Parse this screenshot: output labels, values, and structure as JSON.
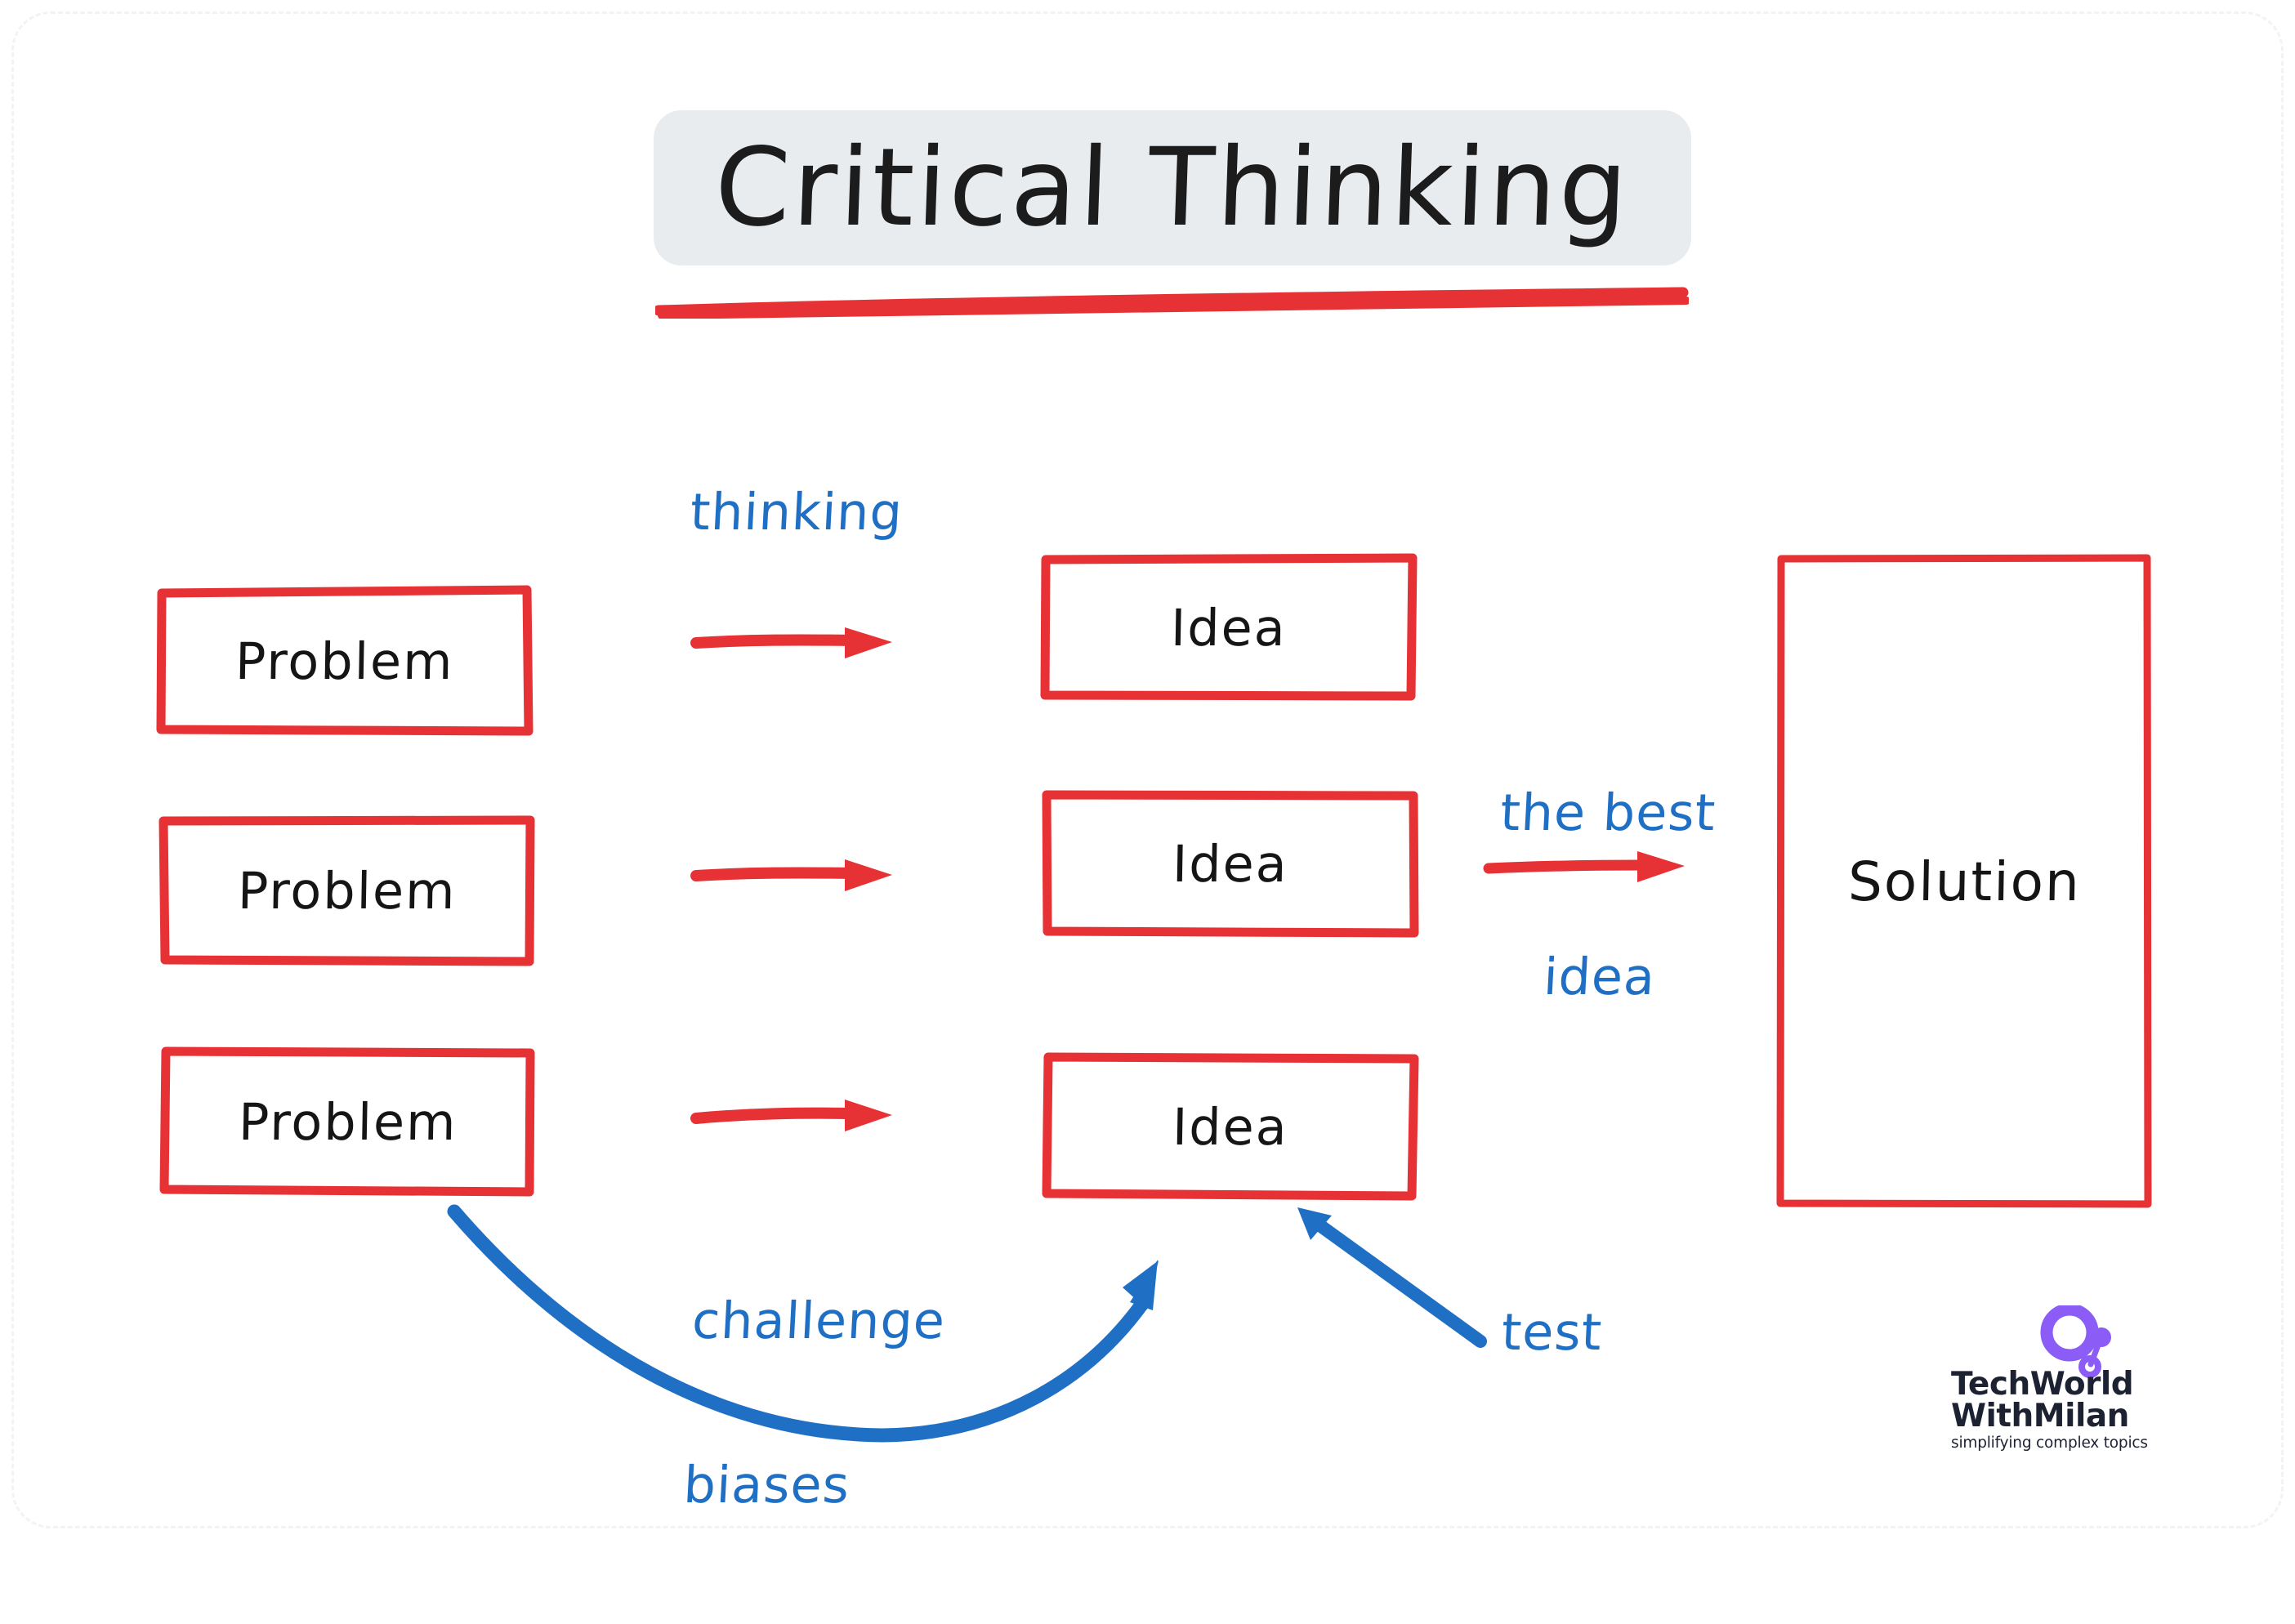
{
  "title": {
    "text": "Critical Thinking",
    "pill_color": "#e8ecef",
    "underline_color": "#e63135"
  },
  "colors": {
    "red": "#e63135",
    "blue": "#1f6fc4",
    "box_fill": "#ffffff",
    "ink": "#151515",
    "logo_purple": "#8b5cf6",
    "logo_dark": "#1d2233",
    "background": "#ffffff"
  },
  "flow": {
    "problems": [
      {
        "label": "Problem"
      },
      {
        "label": "Problem"
      },
      {
        "label": "Problem"
      }
    ],
    "ideas": [
      {
        "label": "Idea"
      },
      {
        "label": "Idea"
      },
      {
        "label": "Idea"
      }
    ],
    "solution": {
      "label": "Solution"
    }
  },
  "annotations": {
    "thinking": "thinking",
    "best_idea_line1": "the best",
    "best_idea_line2": "idea",
    "challenge_line1": "challenge",
    "challenge_line2": "biases",
    "test": "test"
  },
  "arrows": {
    "problem_to_idea_label": "thinking",
    "idea_to_solution_label": "the best idea",
    "curved_label": "challenge biases",
    "test_label": "test"
  },
  "logo": {
    "line1": "TechWorld",
    "line2": "WithMilan",
    "tagline": "simplifying complex topics"
  }
}
